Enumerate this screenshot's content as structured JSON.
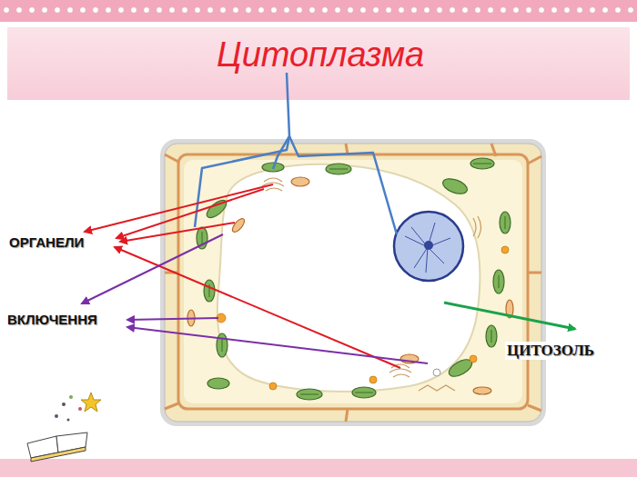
{
  "diagram": {
    "title": "Цитоплазма",
    "labels": [
      "ОРГАНЕЛИ",
      "ВКЛЮЧЕННЯ",
      "ЦИТОЗОЛЬ"
    ]
  }
}
